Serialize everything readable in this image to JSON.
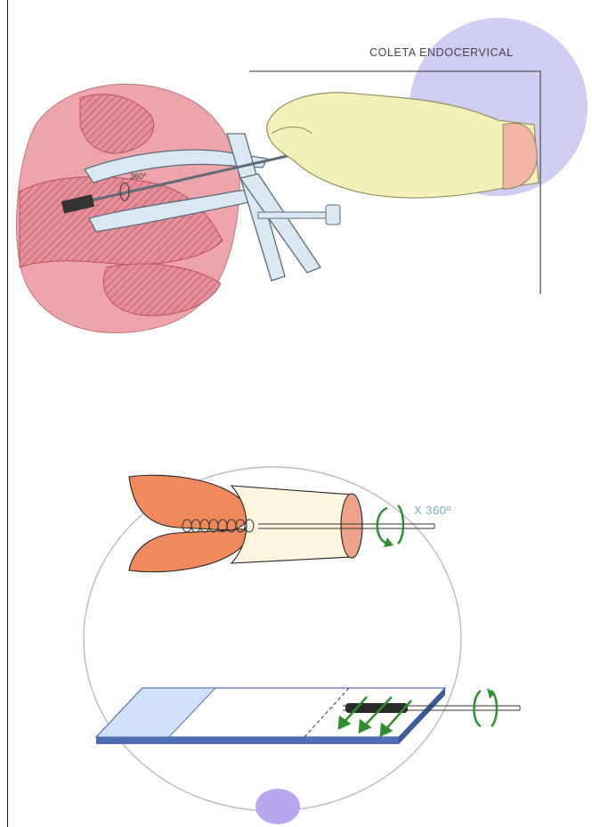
{
  "panel_top": {
    "title": "COLETA ENDOCERVICAL",
    "angle_label": "360°"
  },
  "panel_bottom": {
    "rotation_label": "X 360º"
  },
  "colors": {
    "tissue_pink": "#e58f98",
    "tissue_hatch": "#c9656f",
    "glove_yellow": "#f4f1b8",
    "speculum_blue": "#d9e8f2",
    "circle_lilac": "#c8c4f0",
    "slide_blue": "#4f6fb5",
    "arrow_green": "#2d8f2d",
    "cervix_orange": "#f08a5d"
  },
  "icons": [
    "rotation-arrow-icon",
    "rotation-arrow-icon",
    "stroke-arrow-icon"
  ]
}
